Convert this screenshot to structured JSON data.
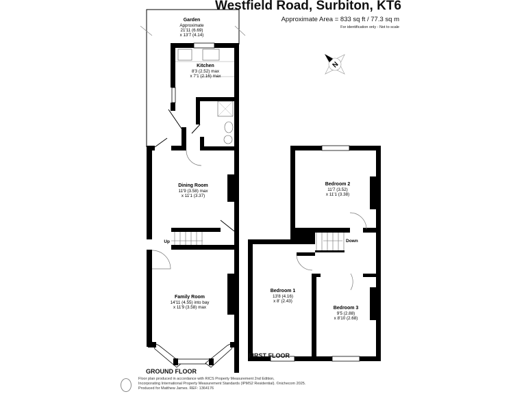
{
  "header": {
    "title": "Westfield Road, Surbiton, KT6",
    "area": "Approximate Area = 833 sq ft / 77.3 sq m",
    "note": "For identification only - Not to scale"
  },
  "compass": {
    "icon": "compass-north-icon",
    "label": "N"
  },
  "ground_floor": {
    "label": "GROUND FLOOR",
    "rooms": [
      {
        "name": "Garden",
        "lines": [
          "Approximate",
          "21'11 (6.69)",
          "x 13'7 (4.14)"
        ]
      },
      {
        "name": "Kitchen",
        "lines": [
          "8'3 (2.52) max",
          "x 7'1 (2.16) max"
        ]
      },
      {
        "name": "Dining Room",
        "lines": [
          "11'9 (3.58) max",
          "x 11'1 (3.37)"
        ]
      },
      {
        "name": "Family Room",
        "lines": [
          "14'11 (4.55) into bay",
          "x 11'9 (3.58) max"
        ]
      }
    ],
    "stairs_label": "Up"
  },
  "first_floor": {
    "label": "FIRST FLOOR",
    "rooms": [
      {
        "name": "Bedroom 2",
        "lines": [
          "11'7 (3.52)",
          "x 11'1 (3.38)"
        ]
      },
      {
        "name": "Bedroom 1",
        "lines": [
          "13'8 (4.16)",
          "x 8' (2.43)"
        ]
      },
      {
        "name": "Bedroom 3",
        "lines": [
          "9'5 (2.88)",
          "x 8'10 (2.68)"
        ]
      }
    ],
    "stairs_label": "Down"
  },
  "footer": {
    "lines": [
      "Floor plan produced in accordance with RICS Property Measurement 2nd Edition,",
      "Incorporating International Property Measurement Standards (IPMS2 Residential).  ©nichecom 2025.",
      "Produced for Matthew James.   REF: 1364176"
    ]
  }
}
